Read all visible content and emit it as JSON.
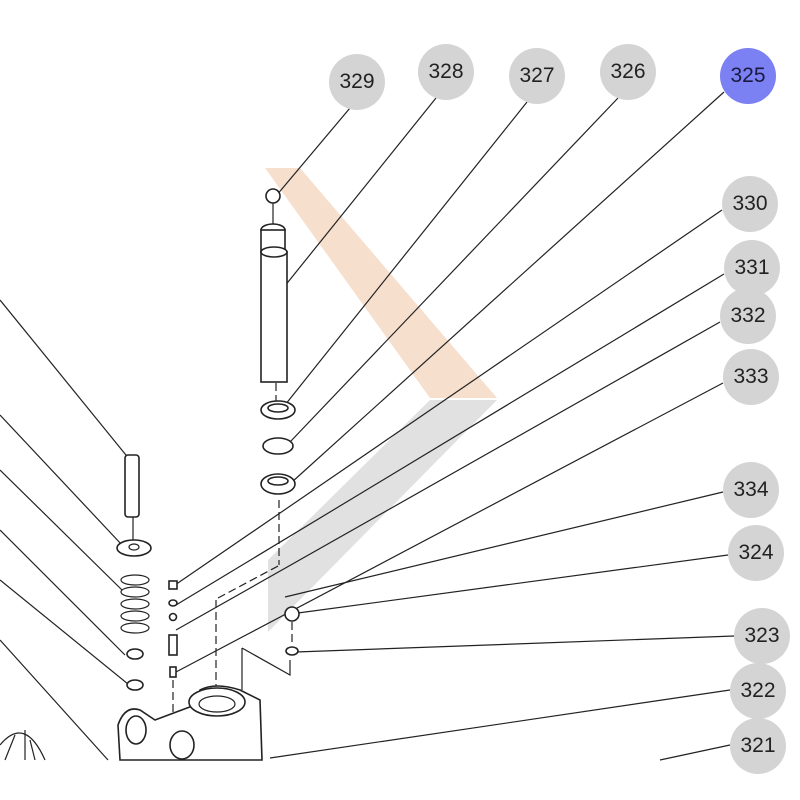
{
  "diagram": {
    "highlight_color": "#7b80f2",
    "callout_color": "#d4d4d4",
    "callouts": [
      {
        "label": "329",
        "active": false
      },
      {
        "label": "328",
        "active": false
      },
      {
        "label": "327",
        "active": false
      },
      {
        "label": "326",
        "active": false
      },
      {
        "label": "325",
        "active": true
      },
      {
        "label": "330",
        "active": false
      },
      {
        "label": "331",
        "active": false
      },
      {
        "label": "332",
        "active": false
      },
      {
        "label": "333",
        "active": false
      },
      {
        "label": "334",
        "active": false
      },
      {
        "label": "324",
        "active": false
      },
      {
        "label": "323",
        "active": false
      },
      {
        "label": "322",
        "active": false
      },
      {
        "label": "321",
        "active": false
      }
    ]
  }
}
